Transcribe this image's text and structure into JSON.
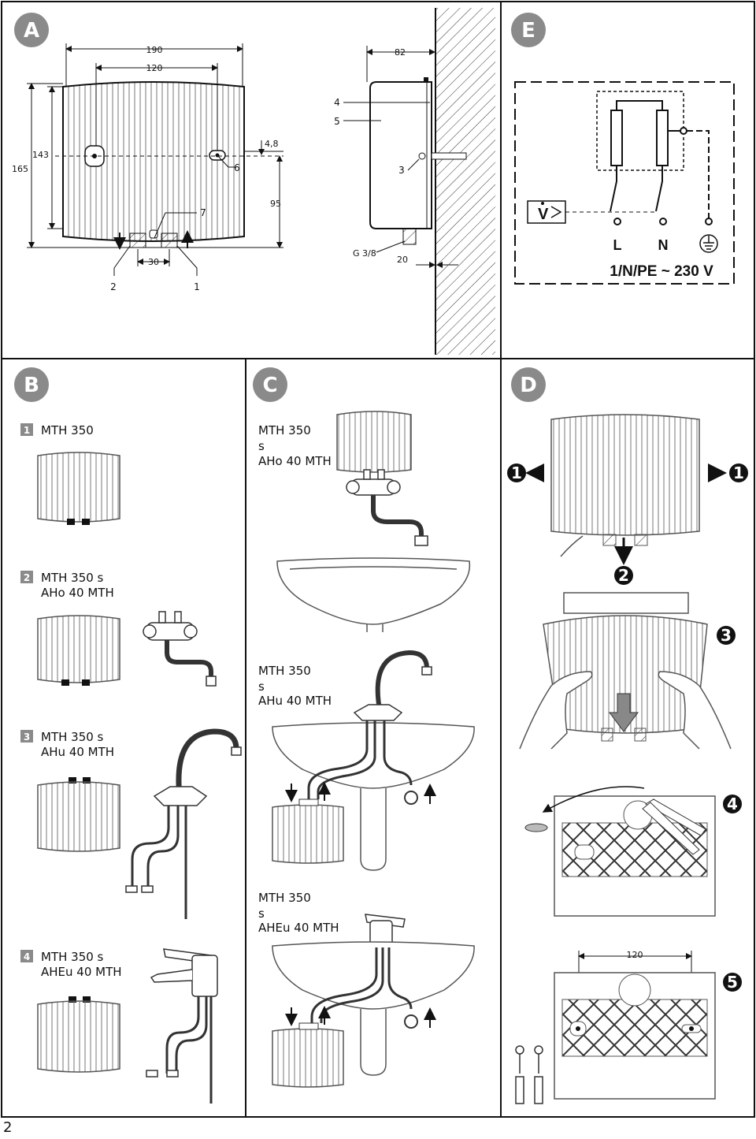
{
  "panels": {
    "A": "A",
    "B": "B",
    "C": "C",
    "D": "D",
    "E": "E"
  },
  "panel_a": {
    "dims": {
      "w190": "190",
      "w120": "120",
      "h143": "143",
      "h165": "165",
      "d48": "4,8",
      "h95": "95",
      "w30": "30",
      "w82": "82",
      "w20": "20",
      "thread": "G 3/8"
    },
    "items": {
      "i1": "1",
      "i2": "2",
      "i3": "3",
      "i4": "4",
      "i5": "5",
      "i6": "6",
      "i7": "7"
    }
  },
  "panel_e": {
    "v_symbol": "V",
    "L": "L",
    "N": "N",
    "supply": "1/N/PE ~ 230 V"
  },
  "panel_b": {
    "s1": {
      "num": "1",
      "line1": "MTH 350"
    },
    "s2": {
      "num": "2",
      "line1": "MTH 350 s",
      "line2": "AHo 40 MTH"
    },
    "s3": {
      "num": "3",
      "line1": "MTH 350 s",
      "line2": "AHu 40 MTH"
    },
    "s4": {
      "num": "4",
      "line1": "MTH 350 s",
      "line2": "AHEu 40 MTH"
    }
  },
  "panel_c": {
    "c1": {
      "line1": "MTH 350",
      "line2": "s",
      "line3": "AHo 40 MTH"
    },
    "c2": {
      "line1": "MTH 350",
      "line2": "s",
      "line3": "AHu 40 MTH"
    },
    "c3": {
      "line1": "MTH 350",
      "line2": "s",
      "line3": "AHEu 40 MTH"
    }
  },
  "panel_d": {
    "steps": {
      "s1": "1",
      "s2": "2",
      "s3": "3",
      "s4": "4",
      "s5": "5"
    },
    "dim120": "120"
  },
  "page_number": "2"
}
